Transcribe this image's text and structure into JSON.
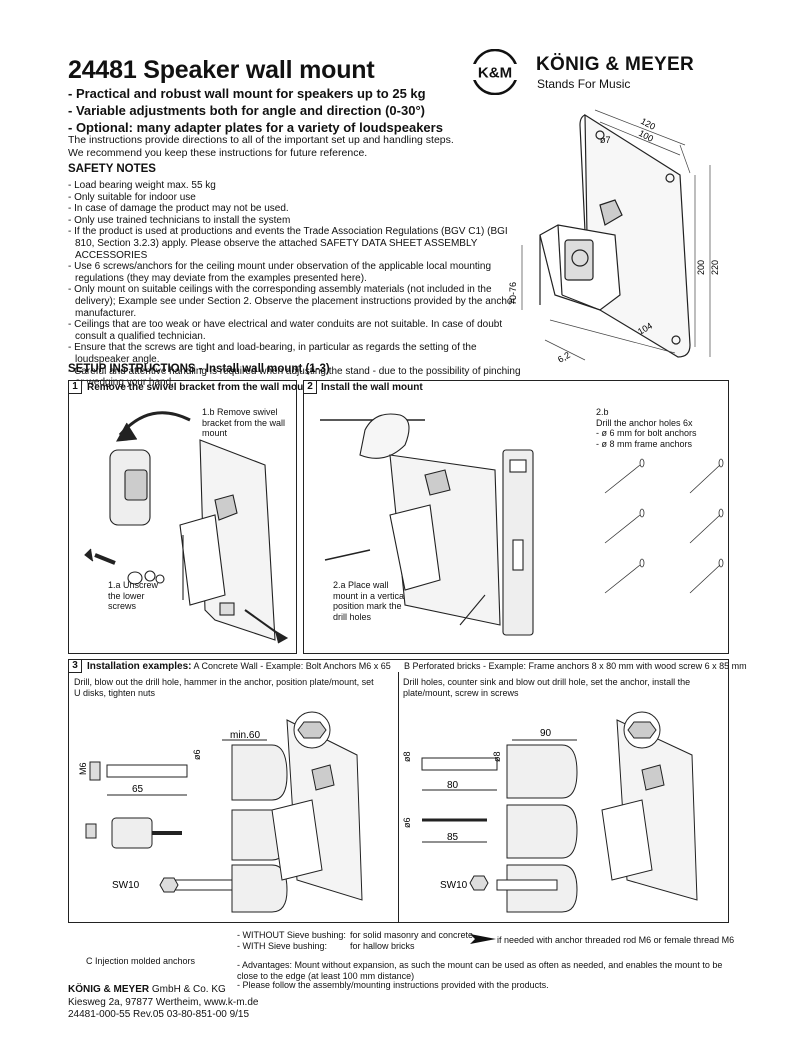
{
  "title": "24481 Speaker wall mount",
  "brand": {
    "short": "K&M",
    "name": "KÖNIG & MEYER",
    "tagline": "Stands For Music"
  },
  "features": [
    "- Practical and robust wall mount for speakers up to 25 kg",
    "- Variable adjustments both for angle and direction (0-30°)",
    "- Optional: many adapter plates for a variety of loudspeakers"
  ],
  "intro": [
    "The instructions provide directions to all of the important set up and handling steps.",
    "We recommend you keep these instructions for future reference."
  ],
  "safety": {
    "heading": "SAFETY NOTES",
    "items": [
      "- Load bearing weight max. 55 kg",
      "- Only suitable for indoor use",
      "- In case of damage the product may not be used.",
      "- Only use trained technicians to install the system",
      "- If the product is used at productions and events the Trade Association Regulations (BGV C1) (BGI 810, Section 3.2.3) apply. Please observe the attached SAFETY DATA SHEET ASSEMBLY ACCESSORIES",
      "- Use 6 screws/anchors for the ceiling mount under observation of the applicable local mounting regulations (they may deviate from the examples presented here).",
      "- Only mount on suitable ceilings with the corresponding assembly materials (not included in the delivery); Example see under Section 2. Observe the placement instructions provided by the anchor manufacturer.",
      "- Ceilings that are too weak or have electrical and water conduits are not suitable. In case of doubt consult a qualified technician.",
      "- Ensure that the screws are tight and load-bearing, in particular as regards the setting of the loudspeaker angle.",
      "- Careful and attentive handling is required when adjusting the stand - due to the possibility of pinching or wedging your hand."
    ]
  },
  "setup_heading": "SETUP INSTRUCTIONS - Install wall mount (1-3)",
  "dims": {
    "d120": "120",
    "d100": "100",
    "d7": "ø7",
    "d200": "200",
    "d220": "220",
    "d7076": "70-76",
    "d104": "104",
    "d62": "6,2"
  },
  "step1": {
    "num": "1",
    "title": "Remove the swivel bracket from the wall mount",
    "label_b": "1.b  Remove swivel bracket from the wall mount",
    "label_a": "1.a Unscrew the lower screws"
  },
  "step2": {
    "num": "2",
    "title": "Install the wall mount",
    "label_b_title": "2.b",
    "label_b_lines": [
      "Drill the anchor holes 6x",
      "- ø 6 mm for bolt anchors",
      "- ø 8 mm frame anchors"
    ],
    "label_a": "2.a Place wall mount in a vertical position mark the drill holes"
  },
  "step3": {
    "num": "3",
    "title": "Installation examples:",
    "sub_a": "A Concrete Wall - Example: Bolt Anchors M6 x 65",
    "sub_b": "B Perforated bricks - Example: Frame anchors 8 x 80 mm with wood screw 6 x 85 mm",
    "desc_a": "Drill, blow out the drill hole, hammer in the anchor, position plate/mount, set U disks, tighten nuts",
    "desc_b": "Drill holes, counter sink and blow out drill hole, set the anchor, install the plate/mount, screw in screws",
    "dims_a": {
      "m6": "M6",
      "d6": "ø6",
      "min60": "min.60",
      "l65": "65",
      "sw10": "SW10"
    },
    "dims_b": {
      "d8a": "ø8",
      "d8b": "ø8",
      "l90": "90",
      "l80": "80",
      "d6": "ø6",
      "l85": "85",
      "sw10": "SW10"
    }
  },
  "notes": {
    "without_label": "- WITHOUT Sieve bushing:",
    "without_value": "for solid masonry and concrete",
    "with_label": "- WITH Sieve bushing:",
    "with_value": "for hallow bricks",
    "arrow_note": "if needed with anchor threaded rod M6 or female thread M6",
    "c_label": "C Injection molded anchors",
    "advantages": "- Advantages: Mount without expansion, as such the mount can be used as often as needed, and enables the mount to be close to the edge (at least 100 mm distance)",
    "follow": "- Please follow the assembly/mounting instructions provided with the products."
  },
  "footer": {
    "company_bold": "KÖNIG & MEYER",
    "company_rest": " GmbH & Co. KG",
    "address": "Kiesweg 2a, 97877 Wertheim, www.k-m.de",
    "docno": "24481-000-55  Rev.05  03-80-851-00  9/15"
  }
}
